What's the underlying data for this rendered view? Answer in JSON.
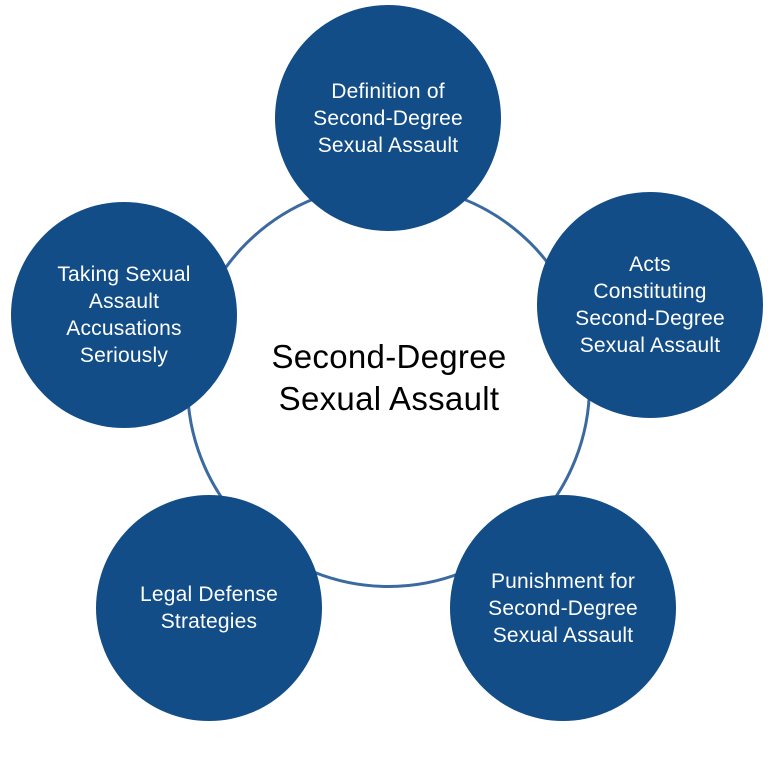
{
  "colors": {
    "node_fill": "#124d87",
    "ring_stroke": "#3b6aa0",
    "node_text": "#ffffff",
    "center_text": "#000000"
  },
  "center": {
    "lines": [
      "Second-Degree",
      "Sexual Assault"
    ]
  },
  "nodes": [
    {
      "id": "top",
      "lines": [
        "Definition of",
        "Second-Degree",
        "Sexual Assault"
      ]
    },
    {
      "id": "right",
      "lines": [
        "Acts",
        "Constituting",
        "Second-Degree",
        "Sexual Assault"
      ]
    },
    {
      "id": "bottom-right",
      "lines": [
        "Punishment for",
        "Second-Degree",
        "Sexual Assault"
      ]
    },
    {
      "id": "bottom-left",
      "lines": [
        "Legal Defense",
        "Strategies"
      ]
    },
    {
      "id": "left",
      "lines": [
        "Taking Sexual",
        "Assault",
        "Accusations",
        "Seriously"
      ]
    }
  ]
}
